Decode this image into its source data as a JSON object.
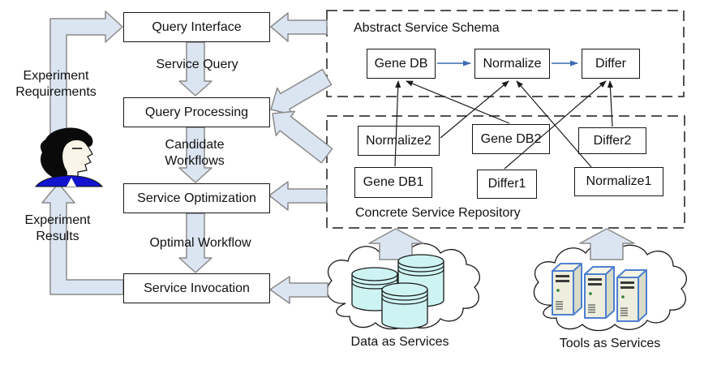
{
  "actor": {
    "requirements_label": "Experiment Requirements",
    "results_label": "Experiment Results"
  },
  "pipeline": {
    "query_interface": "Query Interface",
    "query_processing": "Query Processing",
    "service_optimization": "Service Optimization",
    "service_invocation": "Service Invocation",
    "service_query": "Service Query",
    "candidate_workflows": "Candidate Workflows",
    "optimal_workflow": "Optimal Workflow"
  },
  "abstract_schema": {
    "title": "Abstract Service Schema",
    "gene_db": "Gene DB",
    "normalize": "Normalize",
    "differ": "Differ"
  },
  "concrete_repository": {
    "title": "Concrete Service Repository",
    "normalize2": "Normalize2",
    "gene_db2": "Gene DB2",
    "differ2": "Differ2",
    "gene_db1": "Gene DB1",
    "differ1": "Differ1",
    "normalize1": "Normalize1"
  },
  "clouds": {
    "data_label": "Data as Services",
    "tools_label": "Tools as Services"
  },
  "icons": {
    "user": "user-profile-icon",
    "database": "database-cylinder-icon",
    "server": "server-tower-icon",
    "cloud": "cloud-icon"
  },
  "colors": {
    "block_arrow_fill": "#dbe5f2",
    "abstract_flow_blue": "#3c6cb4",
    "cylinder_fill": "#cdf4f2",
    "tower_front": "#edeedd",
    "tower_side": "#d9dbc6",
    "tower_top": "#f4f5e6",
    "tower_stroke": "#4e7fd0",
    "collar_blue": "#1313cf",
    "hair_black": "#0a0a0a",
    "face_tone": "#faf5e8"
  }
}
